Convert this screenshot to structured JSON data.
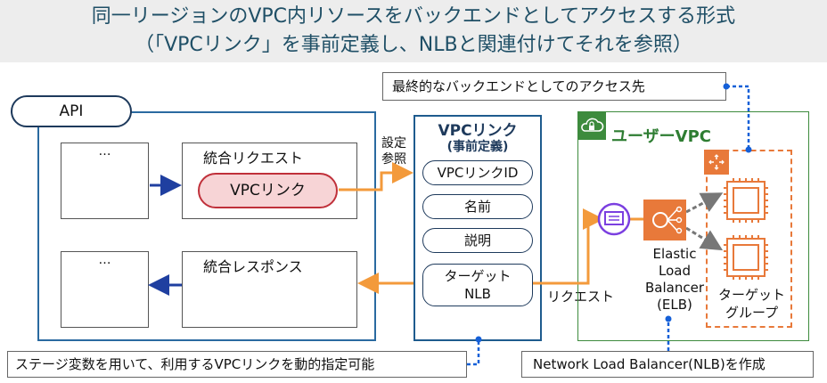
{
  "title": {
    "line1": "同一リージョンのVPC内リソースをバックエンドとしてアクセスする形式",
    "line2": "（「VPCリンク」を事前定義し、NLBと関連付けてそれを参照）"
  },
  "api": {
    "label": "API",
    "ellipsis_top": "…",
    "ellipsis_bottom": "…",
    "integration_request": "統合リクエスト",
    "vpc_link_ref": "VPCリンク",
    "integration_response": "統合レスポンス"
  },
  "ref_label": {
    "line1": "設定",
    "line2": "参照"
  },
  "vpc_link": {
    "title": "VPCリンク",
    "subtitle": "(事前定義)",
    "fields": [
      "VPCリンクID",
      "名前",
      "説明"
    ],
    "target_line1": "ターゲット",
    "target_line2": "NLB"
  },
  "request_label": "リクエスト",
  "user_vpc": {
    "label": "ユーザーVPC",
    "elb_lines": [
      "Elastic",
      "Load",
      "Balancer",
      "(ELB)"
    ],
    "target_group_line1": "ターゲット",
    "target_group_line2": "グループ"
  },
  "notes": {
    "backend": "最終的なバックエンドとしてのアクセス先",
    "stage_var": "ステージ変数を用いて、利用するVPCリンクを動的指定可能",
    "nlb_create": "Network Load Balancer(NLB)を作成"
  },
  "colors": {
    "orange": "#f39a3b",
    "blue_arrow": "#1f3fa0",
    "dotted_blue": "#1560d8",
    "green": "#3d8b3d",
    "pink_border": "#c0303a",
    "pink_fill": "#f7d4d6"
  }
}
